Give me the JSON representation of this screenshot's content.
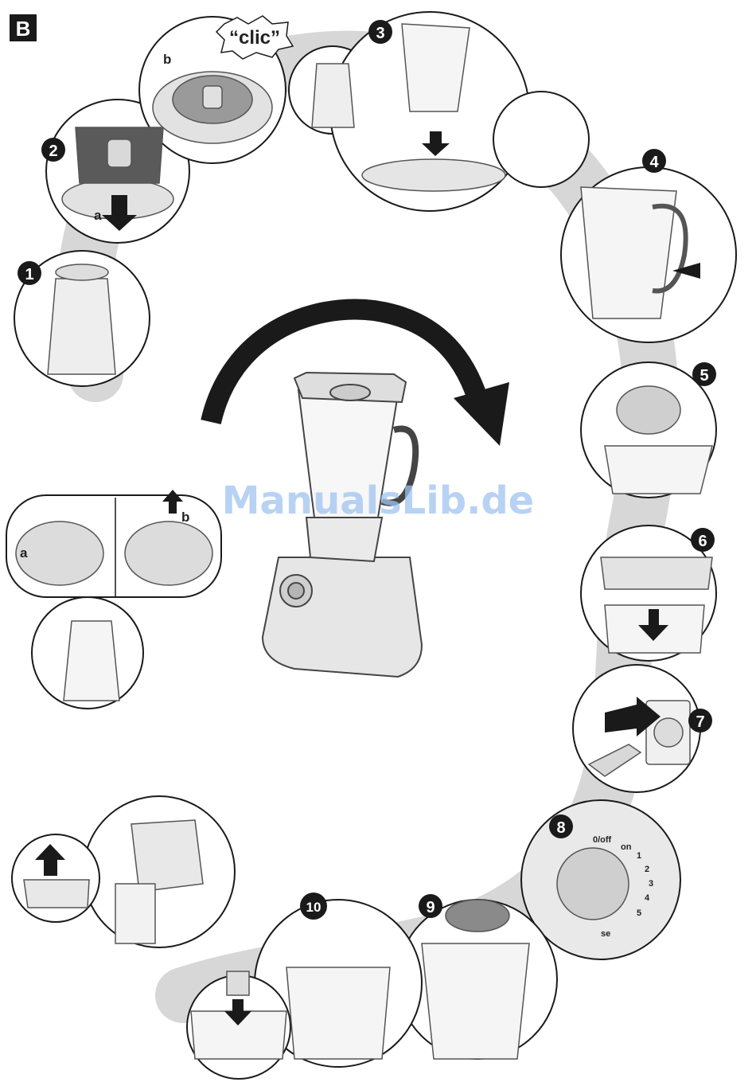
{
  "section_badge": "B",
  "watermark": "ManualsLib.de",
  "click_sound": "“clic”",
  "step_numbers": [
    "1",
    "2",
    "3",
    "4",
    "5",
    "6",
    "7",
    "8",
    "9",
    "10"
  ],
  "sub_labels": {
    "a": "a",
    "b": "b"
  },
  "dial": {
    "off_label": "0/off",
    "on_label": "on",
    "speeds": [
      "1",
      "2",
      "3",
      "4",
      "5"
    ],
    "pulse_label": "se"
  },
  "colors": {
    "ink": "#1a1a1a",
    "shade": "#bdbdbd",
    "panel": "#f4f4f4",
    "watermark": "#9fc3f0"
  }
}
